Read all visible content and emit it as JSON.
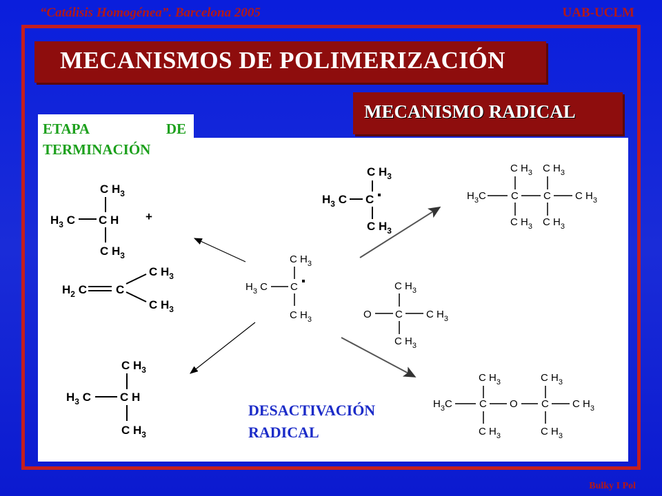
{
  "header": {
    "left": "“Catálisis Homogénea”. Barcelona 2005",
    "right": "UAB-UCLM"
  },
  "title": "MECANISMOS DE POLIMERIZACIÓN",
  "subtitle": "MECANISMO RADICAL",
  "etapa": {
    "word1": "ETAPA",
    "word2": "DE",
    "line2": "TERMINACIÓN"
  },
  "desactivacion": {
    "line1": "DESACTIVACIÓN",
    "line2": "RADICAL"
  },
  "footer": "Bulky I Pol",
  "colors": {
    "background": "#1a2cd8",
    "accent": "#8e0d0d",
    "frame": "#c41e1e",
    "green": "#1ca01c",
    "blue_text": "#1c2cc8"
  }
}
